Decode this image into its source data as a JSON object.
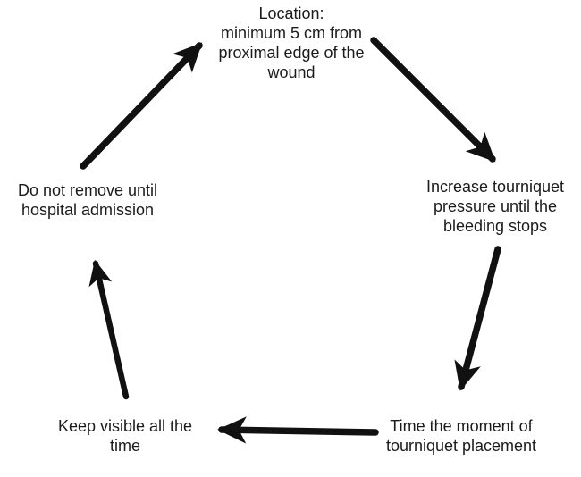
{
  "diagram": {
    "type": "cycle-flowchart",
    "background_color": "#ffffff",
    "text_color": "#1b1b1b",
    "arrow_color": "#111111",
    "nodes": [
      {
        "id": "location",
        "label": "Location:\nminimum 5 cm from\nproximal edge of the\nwound",
        "position": "top"
      },
      {
        "id": "pressure",
        "label": "Increase tourniquet\npressure until the\nbleeding stops",
        "position": "right"
      },
      {
        "id": "time",
        "label": "Time the moment of\ntourniquet placement",
        "position": "bottom-right"
      },
      {
        "id": "visible",
        "label": "Keep visible all the\ntime",
        "position": "bottom-left"
      },
      {
        "id": "remove",
        "label": "Do not remove until\nhospital admission",
        "position": "left"
      }
    ],
    "edges": [
      {
        "id": "edge-location-to-pressure",
        "from": "location",
        "to": "pressure",
        "direction": "down-right"
      },
      {
        "id": "edge-pressure-to-time",
        "from": "pressure",
        "to": "time",
        "direction": "down"
      },
      {
        "id": "edge-time-to-visible",
        "from": "time",
        "to": "visible",
        "direction": "left"
      },
      {
        "id": "edge-visible-to-remove",
        "from": "visible",
        "to": "remove",
        "direction": "up"
      },
      {
        "id": "edge-remove-to-location",
        "from": "remove",
        "to": "location",
        "direction": "up-right"
      }
    ]
  }
}
